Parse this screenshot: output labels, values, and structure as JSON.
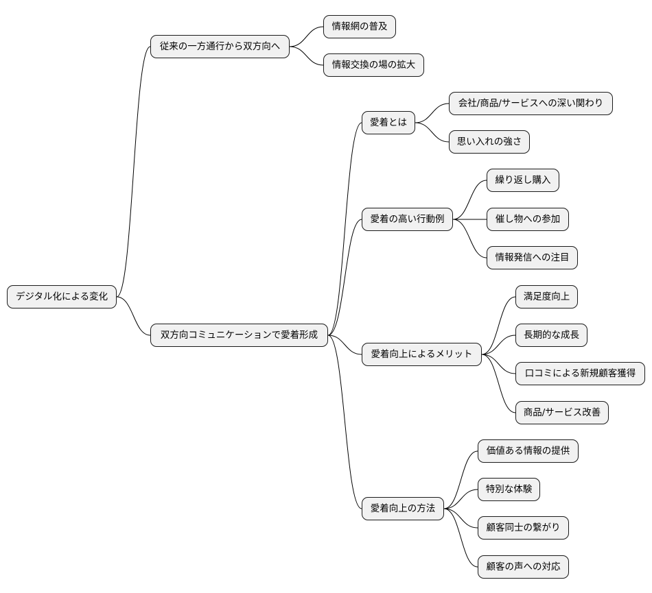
{
  "mindmap": {
    "root": "デジタル化による変化",
    "branch1": {
      "label": "従来の一方通行から双方向へ",
      "children": [
        "情報網の普及",
        "情報交換の場の拡大"
      ]
    },
    "branch2": {
      "label": "双方向コミュニケーションで愛着形成",
      "groups": [
        {
          "label": "愛着とは",
          "children": [
            "会社/商品/サービスへの深い関わり",
            "思い入れの強さ"
          ]
        },
        {
          "label": "愛着の高い行動例",
          "children": [
            "繰り返し購入",
            "催し物への参加",
            "情報発信への注目"
          ]
        },
        {
          "label": "愛着向上によるメリット",
          "children": [
            "満足度向上",
            "長期的な成長",
            "口コミによる新規顧客獲得",
            "商品/サービス改善"
          ]
        },
        {
          "label": "愛着向上の方法",
          "children": [
            "価値ある情報の提供",
            "特別な体験",
            "顧客同士の繋がり",
            "顧客の声への対応"
          ]
        }
      ]
    }
  }
}
